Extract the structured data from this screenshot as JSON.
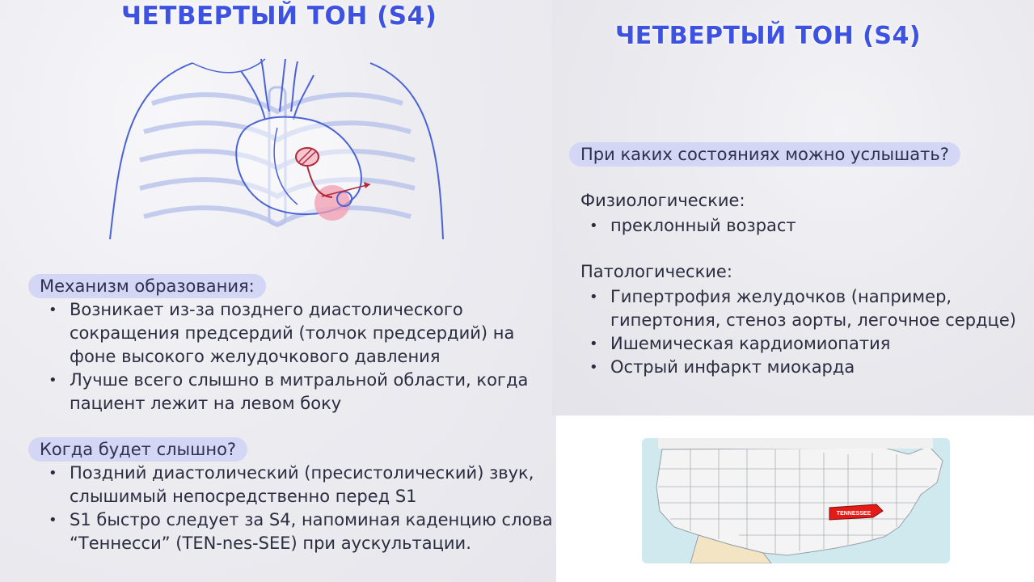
{
  "left": {
    "title": "ЧЕТВЕРТЫЙ ТОН (S4)",
    "mechanism": {
      "heading": "Механизм образования:",
      "items": [
        "Возникает из-за позднего диастолического сокращения предсердий (толчок предсердий) на фоне высокого желудочкового давления",
        "Лучше всего слышно в митральной области, когда пациент лежит на левом боку"
      ]
    },
    "when": {
      "heading": "Когда будет слышно?",
      "items": [
        "Поздний диастолический (пресистолический) звук, слышимый непосредственно перед S1",
        "S1 быстро следует за S4, напоминая каденцию слова “Теннесси” (TEN-nes-SEE) при аускультации."
      ]
    }
  },
  "right": {
    "title": "ЧЕТВЕРТЫЙ ТОН (S4)",
    "question": "При каких состояниях можно услышать?",
    "physiological": {
      "heading": "Физиологические:",
      "items": [
        "преклонный возраст"
      ]
    },
    "pathological": {
      "heading": "Патологические:",
      "items": [
        "Гипертрофия желудочков (например, гипертония, стеноз аорты, легочное сердце)",
        "Ишемическая кардиомиопатия",
        "Острый инфаркт миокарда"
      ]
    }
  },
  "map": {
    "highlight_label": "TENNESSEE",
    "colors": {
      "water": "#cfe9ef",
      "land": "#f4f4f4",
      "highlight": "#e41b17",
      "border": "#9aa0a8"
    }
  },
  "illustration": {
    "colors": {
      "outline": "#4a63d6",
      "ribs": "#b9c3ec",
      "spot": "#f19cb0",
      "accent": "#b02a3a"
    }
  }
}
